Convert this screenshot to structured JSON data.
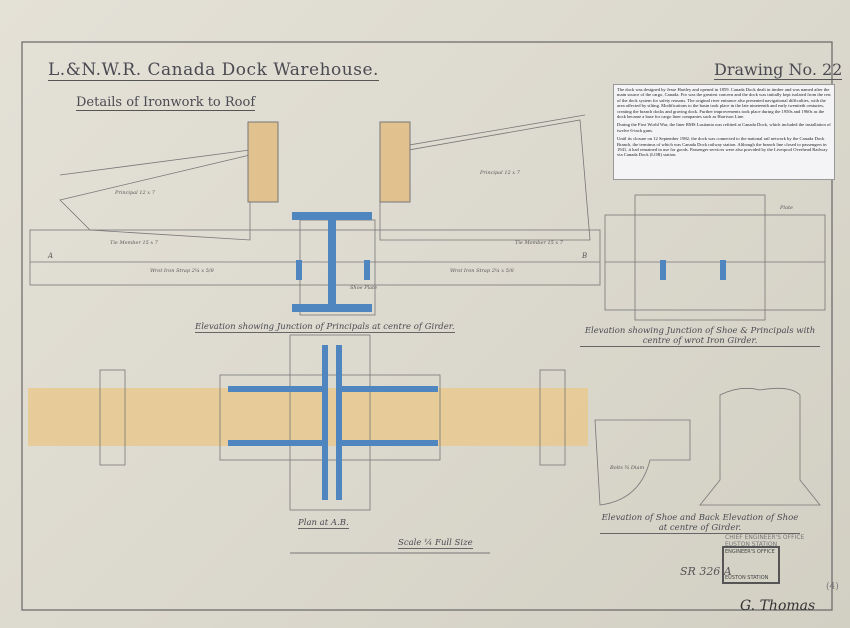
{
  "header": {
    "title": "L.&N.W.R. Canada Dock Warehouse.",
    "subtitle": "Details of Ironwork to Roof",
    "drawing_number": "Drawing No. 22"
  },
  "note": {
    "paragraphs": [
      "The dock was designed by Jesse Hartley and opened in 1859. Canada Dock dealt in timber and was named after the main source of the cargo, Canada. For was the greatest concern and the dock was initially kept isolated from the rest of the dock system for safety reasons. The original river entrance also presented navigational difficulties, with the area affected by silting. Modifications to the basin took place in the late nineteenth and early twentieth centuries, creating the branch docks and graving dock. Further improvements took place during the 1950s and 1960s as the dock became a base for cargo liner companies such as Harrison Line.",
      "During the First World War, the liner RMS Lusitania was refitted at Canada Dock, which included the installation of twelve 6-inch guns.",
      "Until its closure on 12 September 1982, the dock was connected to the national rail network by the Canada Dock Branch, the terminus of which was Canada Dock railway station. Although the branch line closed to passengers in 1941, it had remained in use for goods. Passenger services were also provided by the Liverpool Overhead Railway via Canada Dock (LOR) station."
    ]
  },
  "captions": {
    "elevation_principals": "Elevation showing Junction of Principals at centre of Girder.",
    "elevation_shoe": "Elevation showing Junction of Shoe & Principals with centre of wrot Iron Girder.",
    "plan": "Plan at A.B.",
    "shoe": "Elevation of Shoe and Back Elevation of Shoe at centre of Girder.",
    "scale": "Scale ¼ Full Size"
  },
  "labels": {
    "tie_left": "Tie Member 15 x 7",
    "tie_right": "Tie Member 15 x 7",
    "principal_left": "Principal 12 x 7",
    "principal_right": "Principal 12 x 7",
    "strap_left": "Wrot Iron Strap 2¼ x 5/8",
    "strap_right": "Wrot Iron Strap 2¼ x 5/8",
    "point_a": "A",
    "point_b": "B",
    "plate": "Plate",
    "shoe_plate": "Shoe Plate",
    "bolts": "Bolts ¾ Diam"
  },
  "stamps": {
    "office": "CHIEF ENGINEER'S OFFICE",
    "station": "EUSTON STATION",
    "stamp_header": "ENGINEER'S OFFICE",
    "stamp_footer": "EUSTON STATION",
    "ref": "SR 326 A",
    "sheet": "(4)",
    "signature": "G. Thomas"
  },
  "colors": {
    "paper": "#dedbd0",
    "ink": "#4a4a52",
    "steel_blue": "#4f86c0",
    "timber": "#e6c690"
  }
}
